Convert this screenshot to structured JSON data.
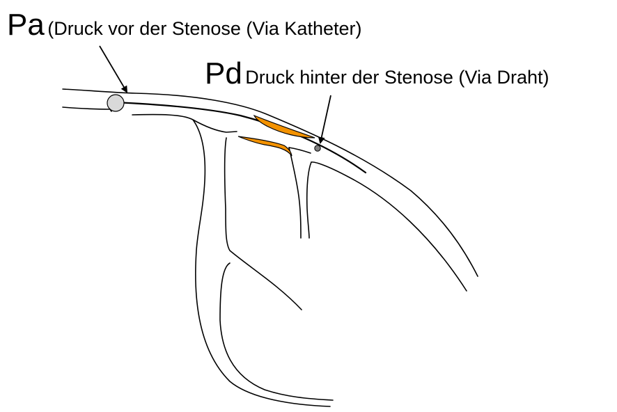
{
  "labels": {
    "pa": {
      "symbol": "Pa",
      "description": "(Druck vor der Stenose (Via Katheter)"
    },
    "pd": {
      "symbol": "Pd",
      "description": "Druck hinter der Stenose (Via Draht)"
    }
  },
  "colors": {
    "stenosis": "#F39200",
    "outline": "#000000",
    "catheter_tip": "#D9D9D9",
    "sensor": "#7F7F7F"
  }
}
